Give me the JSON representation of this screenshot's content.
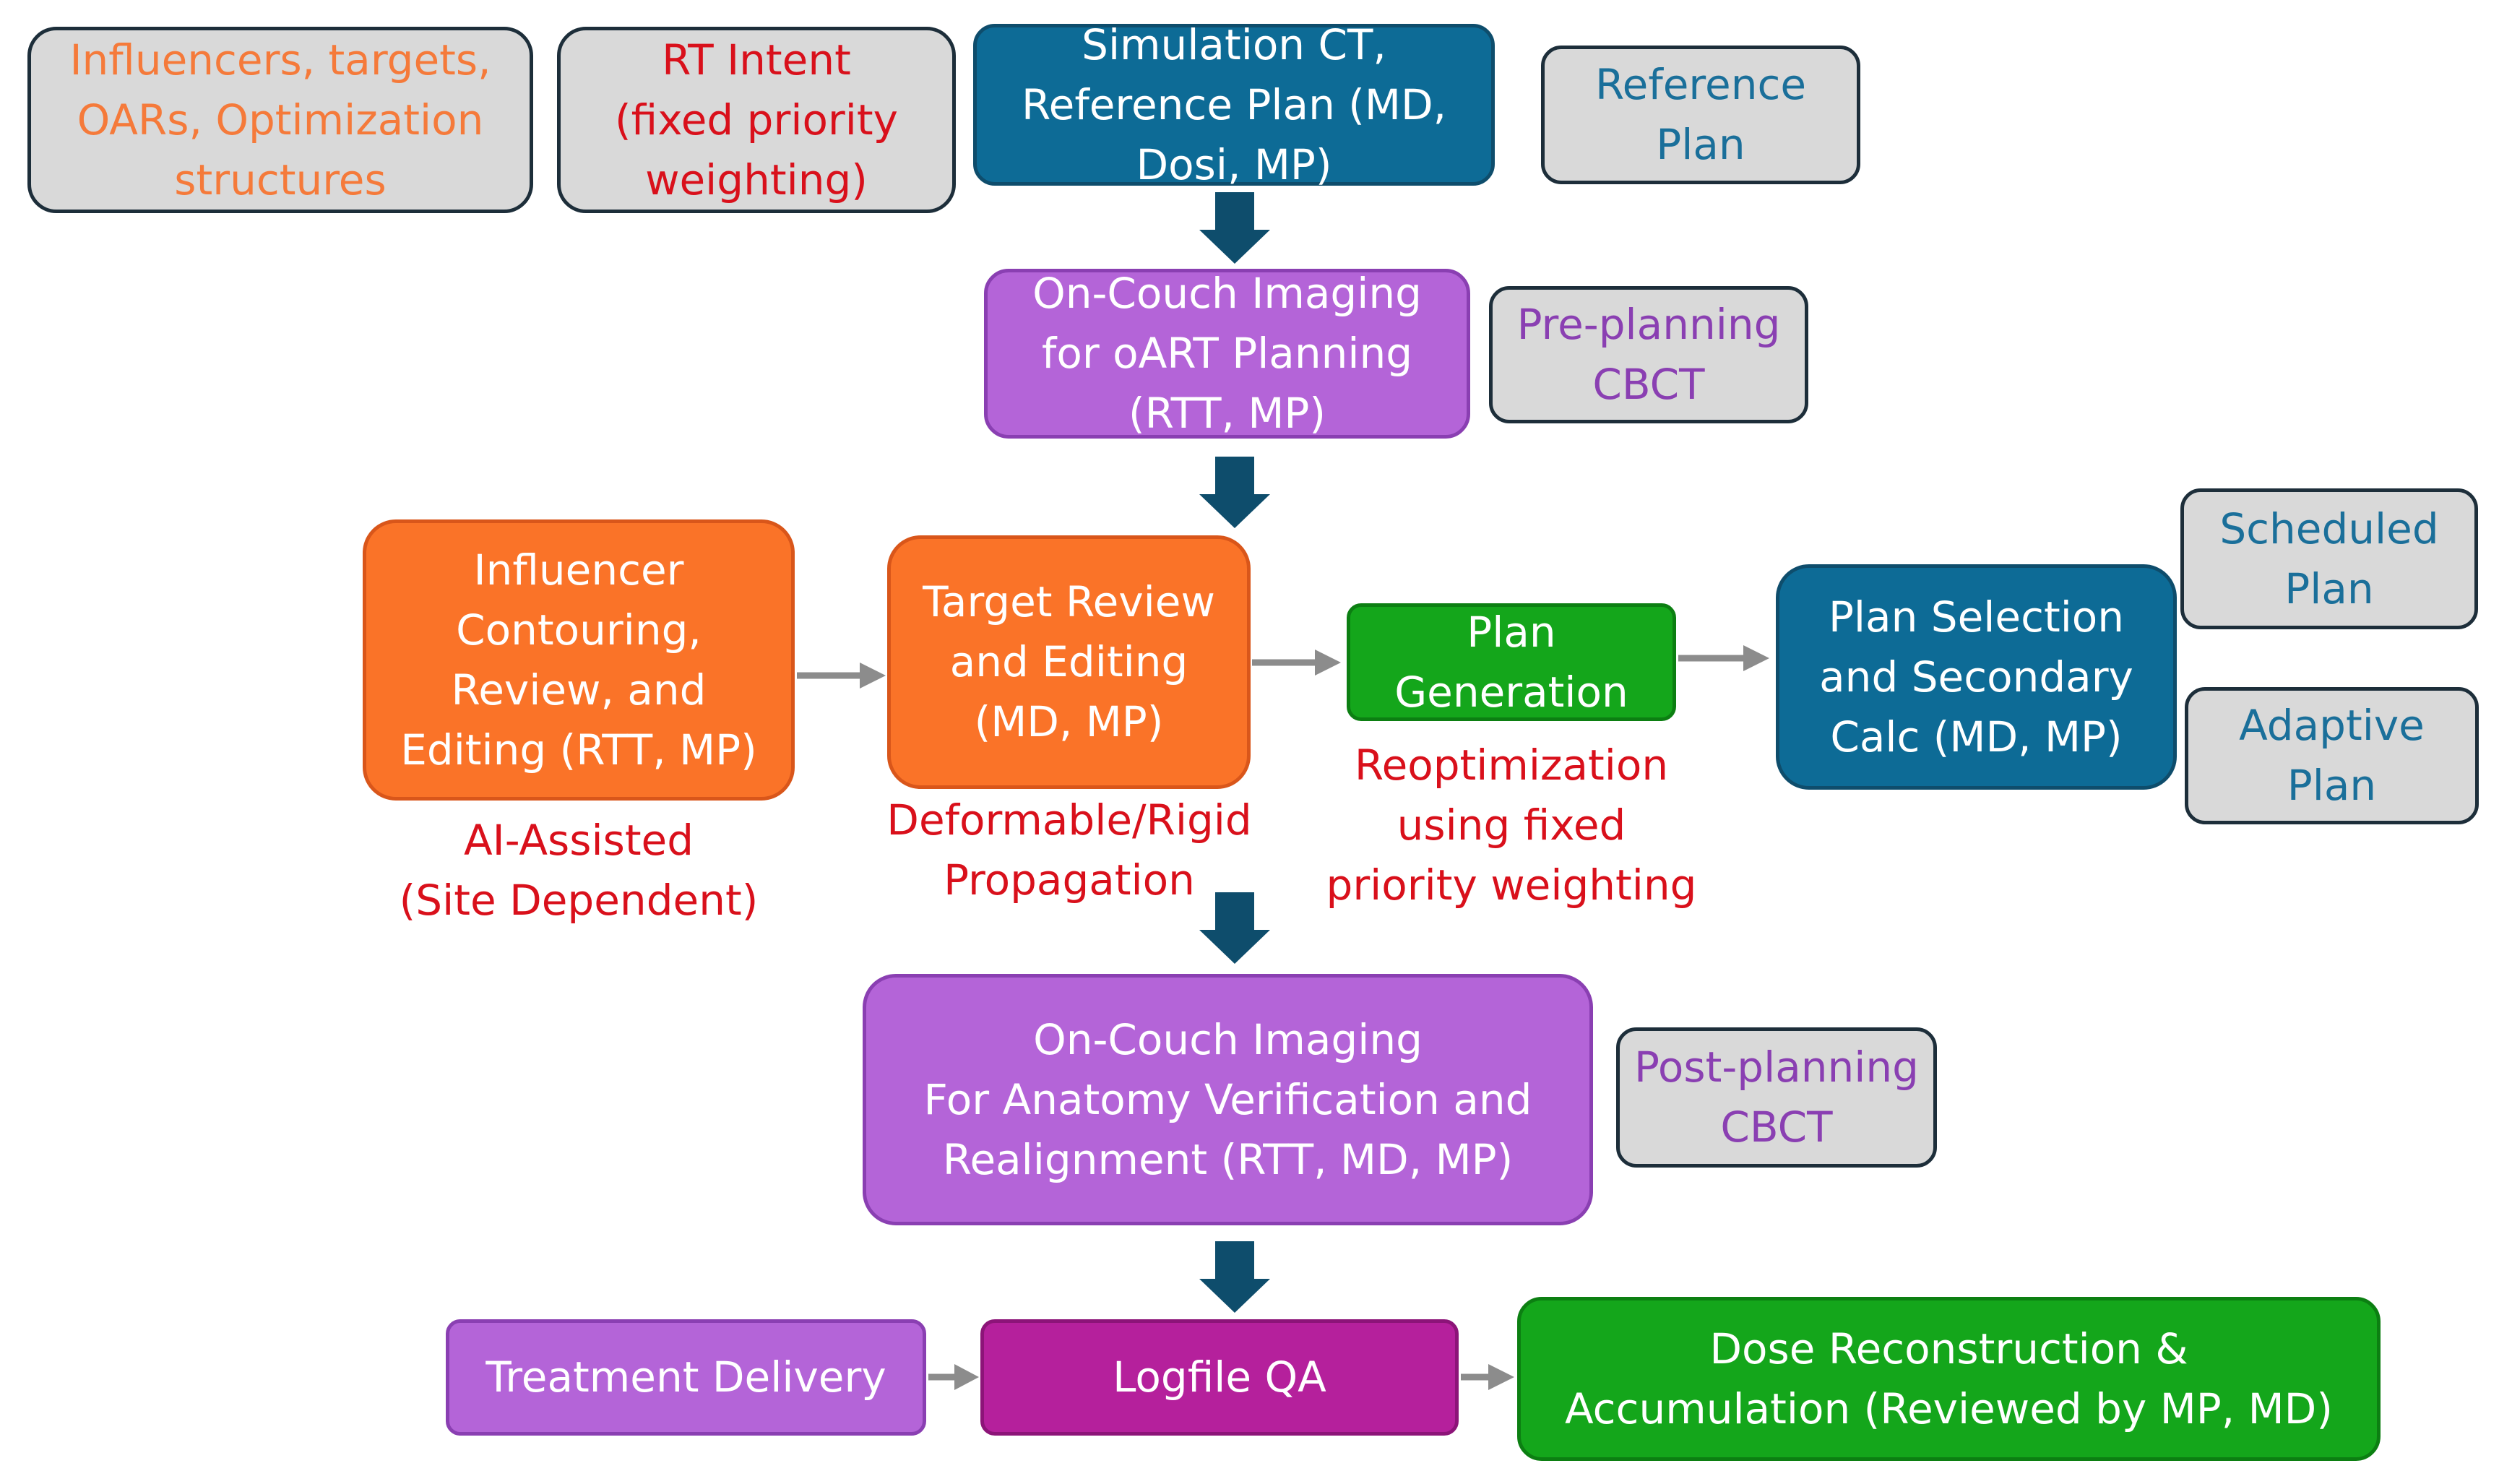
{
  "top_row": {
    "influencers": [
      "Influencers, targets,",
      "OARs, Optimization",
      "structures"
    ],
    "rt_intent": [
      "RT Intent",
      "(fixed priority",
      "weighting)"
    ],
    "simulation": [
      "Simulation CT,",
      "Reference Plan (MD,",
      "Dosi, MP)"
    ],
    "reference_plan": [
      "Reference",
      "Plan"
    ]
  },
  "imaging_pre": {
    "main": [
      "On-Couch Imaging",
      "for oART Planning",
      "(RTT, MP)"
    ],
    "side": [
      "Pre-planning",
      "CBCT"
    ]
  },
  "middle_row": {
    "influencer_contouring": [
      "Influencer",
      "Contouring,",
      "Review, and",
      "Editing (RTT, MP)"
    ],
    "influencer_note": [
      "AI-Assisted",
      "(Site Dependent)"
    ],
    "target_review": [
      "Target Review",
      "and Editing",
      "(MD, MP)"
    ],
    "target_note": [
      "Deformable/Rigid",
      "Propagation"
    ],
    "plan_generation": [
      "Plan",
      "Generation"
    ],
    "plan_note": [
      "Reoptimization",
      "using fixed",
      "priority weighting"
    ],
    "plan_selection": [
      "Plan Selection",
      "and Secondary",
      "Calc (MD, MP)"
    ],
    "scheduled_plan": [
      "Scheduled",
      "Plan"
    ],
    "adaptive_plan": [
      "Adaptive",
      "Plan"
    ]
  },
  "imaging_post": {
    "main": [
      "On-Couch Imaging",
      "For Anatomy Verification and",
      "Realignment (RTT, MD, MP)"
    ],
    "side": [
      "Post-planning",
      "CBCT"
    ]
  },
  "bottom_row": {
    "treatment_delivery": "Treatment Delivery",
    "logfile_qa": "Logfile QA",
    "dose_reconstruction": [
      "Dose Reconstruction &",
      "Accumulation (Reviewed by MP, MD)"
    ]
  },
  "colors": {
    "gray_box": "#d9d9d9",
    "blue_box": "#0d6b96",
    "violet_box": "#b464d8",
    "orange_box": "#fa7328",
    "green_box": "#14a61b",
    "magenta_box": "#b5209c",
    "note_red": "#d9101b",
    "down_arrow": "#0e4d6c",
    "side_arrow": "#8c8c8c"
  }
}
